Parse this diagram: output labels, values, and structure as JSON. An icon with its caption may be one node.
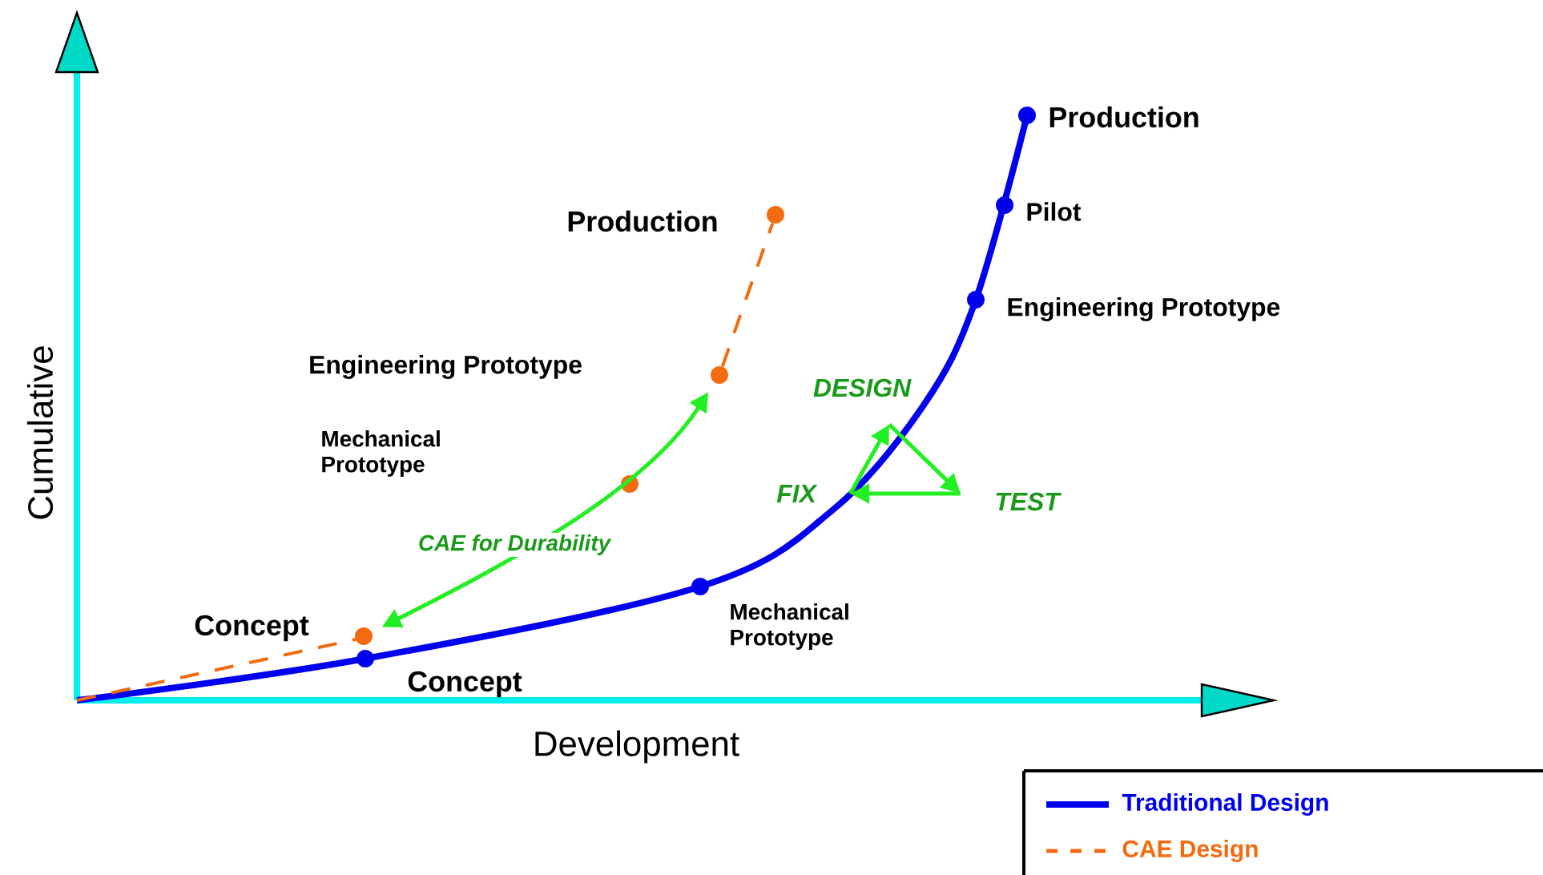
{
  "diagram": {
    "nodes": [
      {
        "text": [
          "DESIGN"
        ]
      },
      {
        "text": [
          "FIX"
        ]
      },
      {
        "text": [
          "TEST"
        ]
      },
      {
        "text": [],
        "shape": "circle",
        "beside": [
          "Concept"
        ]
      },
      {
        "text": [],
        "shape": "circle",
        "beside": [
          "Concept"
        ]
      },
      {
        "text": [],
        "shape": "circle"
      },
      {
        "text": [],
        "shape": "circle",
        "beside": [
          "Mechanical Prototype"
        ]
      },
      {
        "text": [],
        "shape": "circle"
      },
      {
        "text": [],
        "shape": "circle",
        "beside": [
          "Production"
        ]
      },
      {
        "text": [],
        "shape": "circle",
        "beside": [
          "Engineering Prototype"
        ]
      },
      {
        "text": [],
        "shape": "circle",
        "beside": [
          "Pilot"
        ]
      },
      {
        "text": [],
        "shape": "circle",
        "beside": [
          "Production"
        ]
      }
    ],
    "edges": [
      {
        "from": 1,
        "to": 0,
        "arrow": "to"
      },
      {
        "from": 0,
        "to": 2,
        "arrow": "to"
      },
      {
        "from": 2,
        "to": 1,
        "arrow": "to"
      },
      {
        "from": 3,
        "to": 7,
        "arrow": "both",
        "label": "CAE for Durability"
      },
      {
        "from": 7,
        "to": 8,
        "arrow": "none",
        "style": "dashed",
        "color": "#f26b10"
      }
    ],
    "labels": [
      "Engineering Prototype",
      "Mechanical Prototype",
      "Cumulative",
      "Development"
    ],
    "legend": [
      {
        "text": "Traditional Design"
      },
      {
        "text": "CAE  Design"
      }
    ]
  }
}
